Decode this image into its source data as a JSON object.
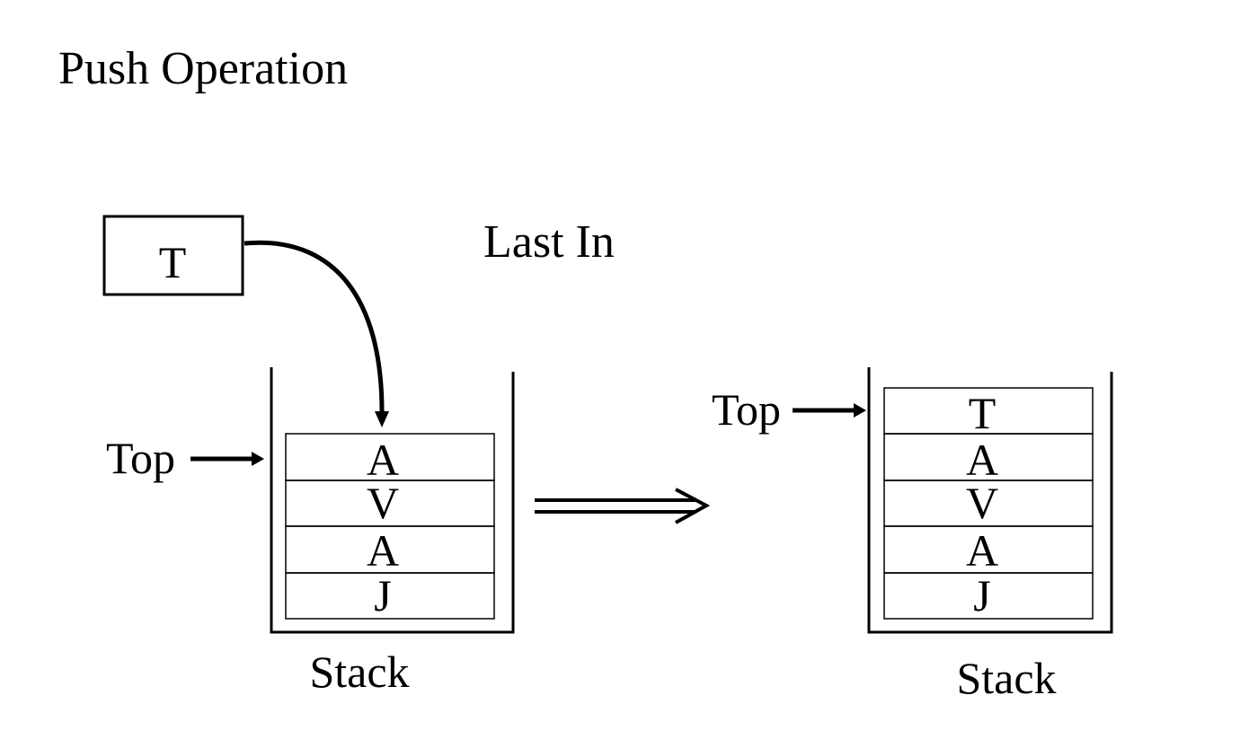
{
  "title": "Push Operation",
  "pushed_item": "T",
  "annotation": "Last In",
  "before": {
    "top_label": "Top",
    "items": [
      "A",
      "V",
      "A",
      "J"
    ],
    "caption": "Stack"
  },
  "after": {
    "top_label": "Top",
    "items": [
      "T",
      "A",
      "V",
      "A",
      "J"
    ],
    "caption": "Stack"
  },
  "colors": {
    "ink": "#000000",
    "background": "#ffffff"
  }
}
